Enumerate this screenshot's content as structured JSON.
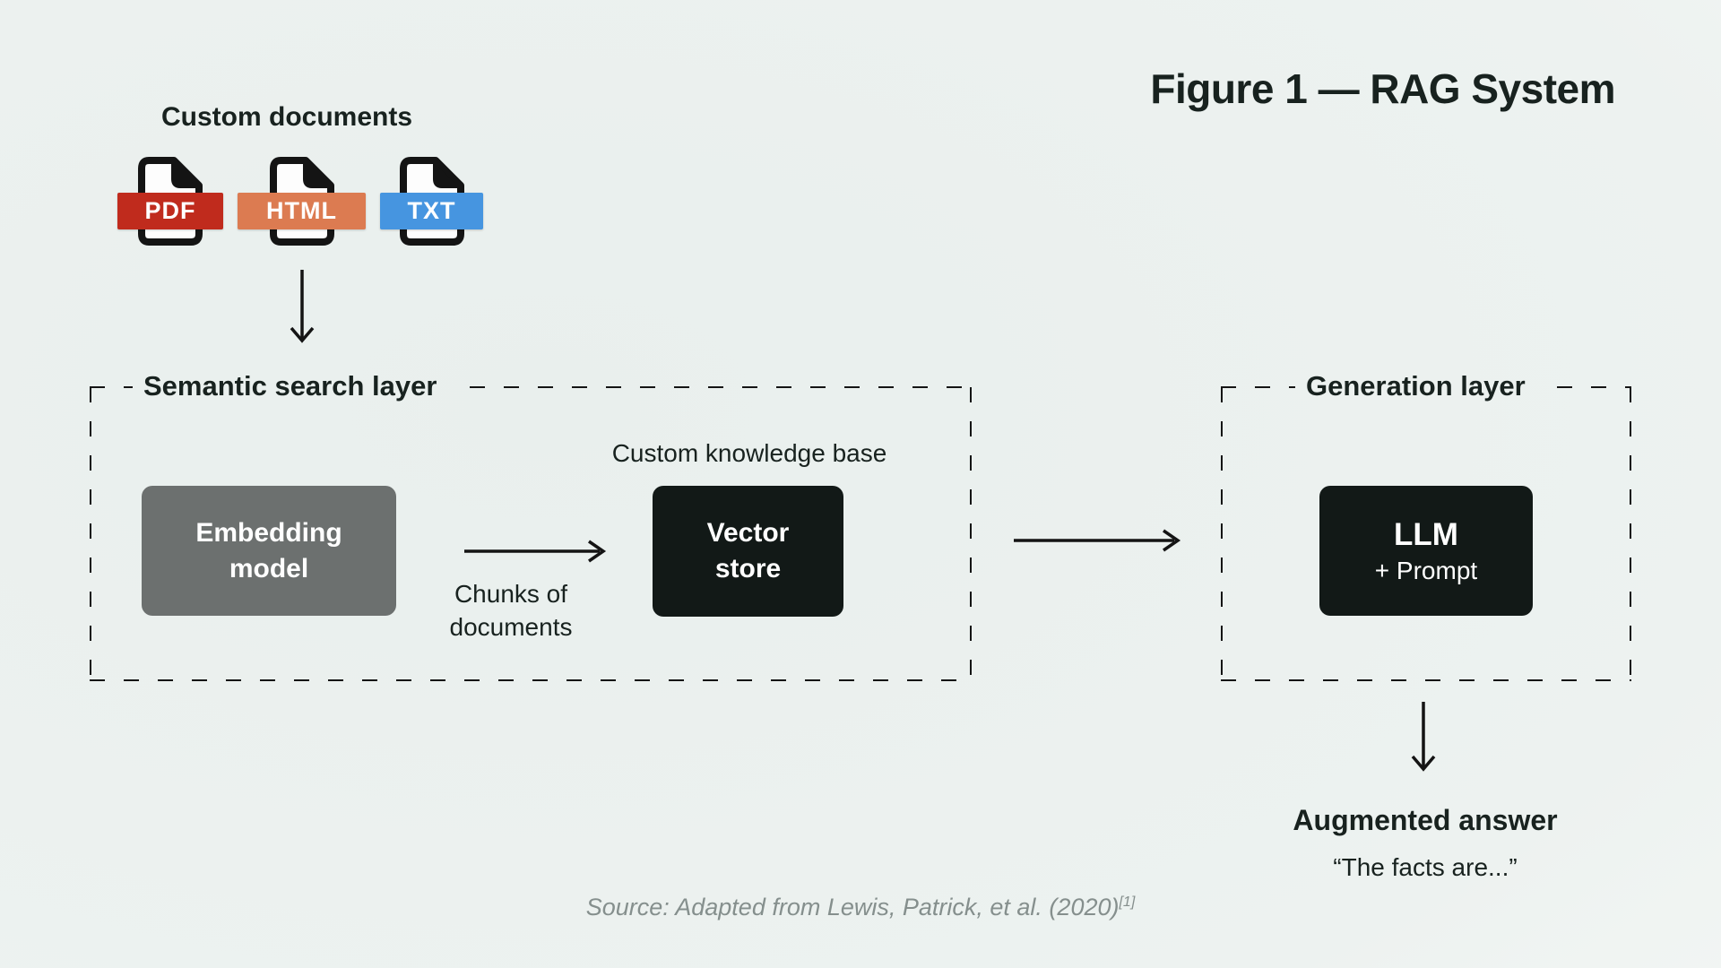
{
  "title": "Figure 1 — RAG System",
  "documents": {
    "label": "Custom documents",
    "files": [
      {
        "name": "PDF",
        "badge_color": "#c02b1d"
      },
      {
        "name": "HTML",
        "badge_color": "#dc7b51"
      },
      {
        "name": "TXT",
        "badge_color": "#4695e0"
      }
    ]
  },
  "semantic_layer": {
    "label": "Semantic search layer",
    "embedding_model": {
      "line1": "Embedding",
      "line2": "model"
    },
    "chunks_label": {
      "line1": "Chunks of",
      "line2": "documents"
    },
    "knowledge_base_caption": "Custom knowledge base",
    "vector_store": {
      "line1": "Vector",
      "line2": "store"
    }
  },
  "generation_layer": {
    "label": "Generation layer",
    "llm_box": {
      "line1": "LLM",
      "line2": "+ Prompt"
    }
  },
  "answer": {
    "label": "Augmented answer",
    "quote": "“The facts are...”"
  },
  "source": {
    "text": "Source: Adapted from Lewis, Patrick, et al. (2020)",
    "ref": "[1]"
  },
  "colors": {
    "background_center": "#e9efed",
    "background_edge": "#fbfcfc",
    "box_gray": "#6c706f",
    "box_dark": "#121917",
    "text": "#18221f",
    "dash": "#2e2e2e",
    "source_text": "#858f8d"
  }
}
